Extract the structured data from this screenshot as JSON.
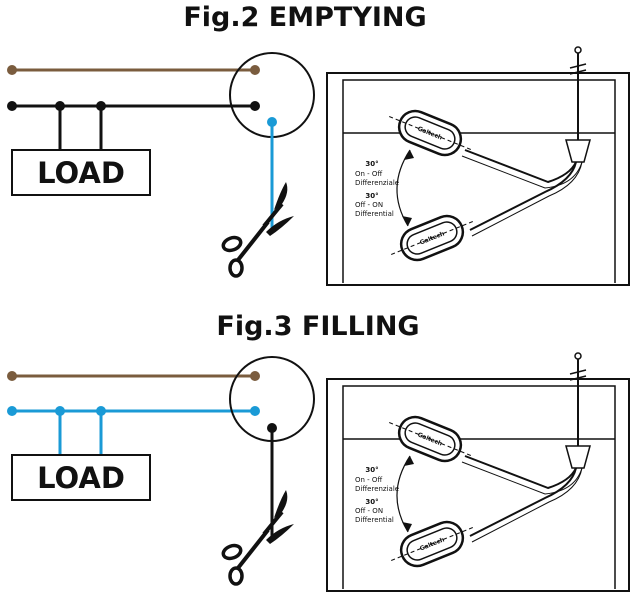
{
  "figures": [
    {
      "title": "Fig.2 EMPTYING",
      "load_label": "LOAD",
      "brand": "Galtech",
      "upper_angle": "30°",
      "upper_text_1": "On - Off",
      "upper_text_2": "Differenziale",
      "lower_angle": "30°",
      "lower_text_1": "Off - ON",
      "lower_text_2": "Differential"
    },
    {
      "title": "Fig.3 FILLING",
      "load_label": "LOAD",
      "brand": "Galtech",
      "upper_angle": "30°",
      "upper_text_1": "On - Off",
      "upper_text_2": "Differenziale",
      "lower_angle": "30°",
      "lower_text_1": "Off - ON",
      "lower_text_2": "Differential"
    }
  ],
  "colors": {
    "brown": "#7a5c3e",
    "blue": "#1a9ad6",
    "black": "#111111"
  }
}
